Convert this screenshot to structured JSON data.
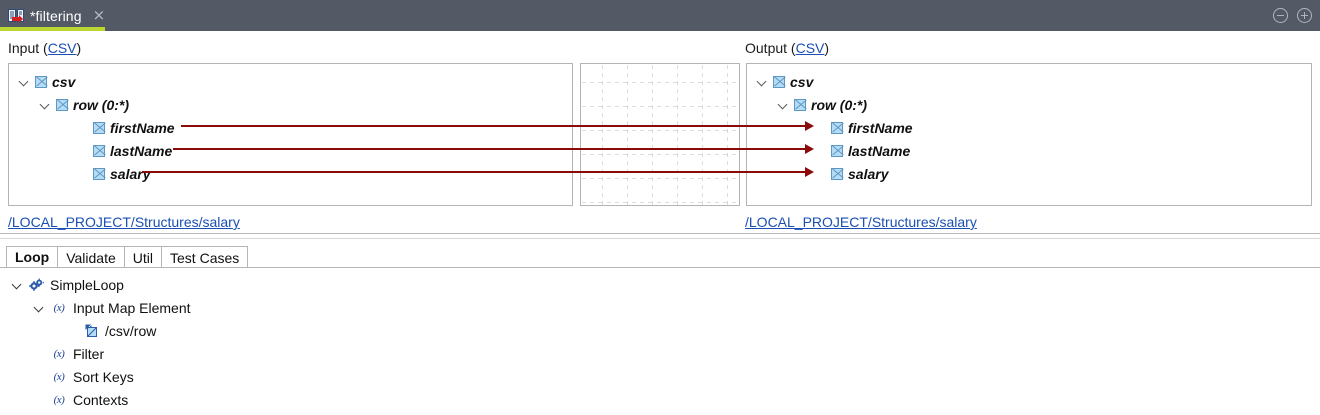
{
  "window": {
    "tab_title": "*filtering",
    "tab_icon": "mapping-document-icon",
    "close_icon": "×",
    "minimize_icon": "minimize-icon",
    "maximize_icon": "maximize-icon",
    "accent_color": "#bcd631",
    "titlebar_color": "#535a66"
  },
  "mapping": {
    "input": {
      "label_prefix": "Input (",
      "label_link": "CSV",
      "label_suffix": ")",
      "path": "/LOCAL_PROJECT/Structures/salary",
      "nodes": [
        {
          "label": "csv",
          "indent": 0,
          "expandable": true,
          "expanded": true,
          "selected": false
        },
        {
          "label": "row (0:*)",
          "indent": 1,
          "expandable": true,
          "expanded": true,
          "selected": false
        },
        {
          "label": "firstName",
          "indent": 2,
          "expandable": false,
          "expanded": false,
          "selected": false
        },
        {
          "label": "lastName",
          "indent": 2,
          "expandable": false,
          "expanded": false,
          "selected": false
        },
        {
          "label": "salary",
          "indent": 2,
          "expandable": false,
          "expanded": false,
          "selected": false
        }
      ]
    },
    "output": {
      "label_prefix": "Output (",
      "label_link": "CSV",
      "label_suffix": ")",
      "path": "/LOCAL_PROJECT/Structures/salary",
      "nodes": [
        {
          "label": "csv",
          "indent": 0,
          "expandable": true,
          "expanded": true,
          "selected": false
        },
        {
          "label": "row (0:*)",
          "indent": 1,
          "expandable": true,
          "expanded": true,
          "selected": true
        },
        {
          "label": "firstName",
          "indent": 2,
          "expandable": false,
          "expanded": false,
          "selected": false
        },
        {
          "label": "lastName",
          "indent": 2,
          "expandable": false,
          "expanded": false,
          "selected": false
        },
        {
          "label": "salary",
          "indent": 2,
          "expandable": false,
          "expanded": false,
          "selected": false
        }
      ]
    },
    "connections": [
      {
        "from": "firstName",
        "to": "firstName",
        "color": "#8b0b0b"
      },
      {
        "from": "lastName",
        "to": "lastName",
        "color": "#8b0b0b"
      },
      {
        "from": "salary",
        "to": "salary",
        "color": "#8b0b0b"
      }
    ]
  },
  "bottom": {
    "tabs": [
      {
        "label": "Loop",
        "active": true
      },
      {
        "label": "Validate",
        "active": false
      },
      {
        "label": "Util",
        "active": false
      },
      {
        "label": "Test Cases",
        "active": false
      }
    ],
    "tree": [
      {
        "label": "SimpleLoop",
        "indent": 0,
        "icon": "gears-icon",
        "expandable": true,
        "expanded": true
      },
      {
        "label": "Input Map Element",
        "indent": 1,
        "icon": "variable-icon",
        "expandable": true,
        "expanded": true
      },
      {
        "label": "/csv/row",
        "indent": 2,
        "icon": "map-element-icon",
        "expandable": false,
        "expanded": false
      },
      {
        "label": "Filter",
        "indent": 1,
        "icon": "variable-icon",
        "expandable": false,
        "expanded": false
      },
      {
        "label": "Sort Keys",
        "indent": 1,
        "icon": "variable-icon",
        "expandable": false,
        "expanded": false
      },
      {
        "label": "Contexts",
        "indent": 1,
        "icon": "variable-icon",
        "expandable": false,
        "expanded": false
      }
    ],
    "variable_glyph": "(x)"
  }
}
